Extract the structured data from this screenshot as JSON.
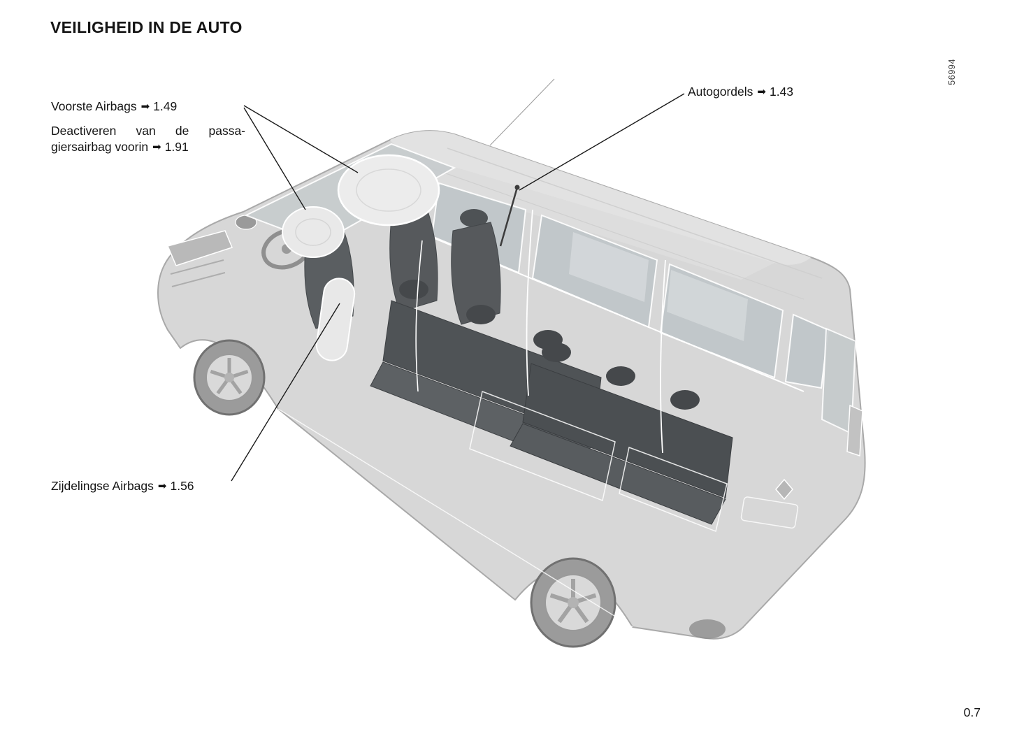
{
  "page": {
    "title": "VEILIGHEID IN DE AUTO",
    "figure_number": "56994",
    "page_number": "0.7"
  },
  "icons": {
    "ref_arrow": "➡"
  },
  "callouts": {
    "front_airbags": {
      "label": "Voorste Airbags",
      "ref": "1.49"
    },
    "passenger_airbag_deactivation": {
      "line1": "Deactiveren van de passa-",
      "line2": "giersairbag voorin",
      "ref": "1.91"
    },
    "seat_belts": {
      "label": "Autogordels",
      "ref": "1.43"
    },
    "side_airbags": {
      "label": "Zijdelingse Airbags",
      "ref": "1.56"
    }
  },
  "colors": {
    "body_gray": "#d7d7d7",
    "window_gray": "#c7ccce",
    "seat_dark": "#53575a",
    "line_black": "#1a1a1a"
  }
}
